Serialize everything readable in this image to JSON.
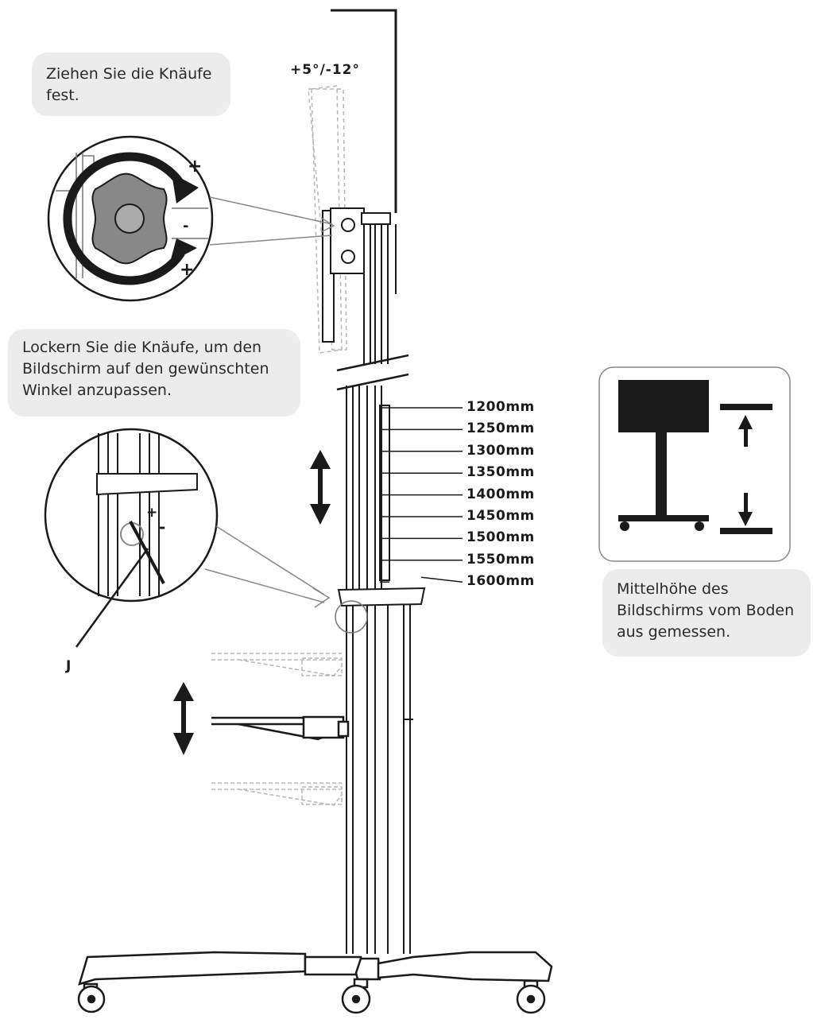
{
  "callouts": {
    "tighten": "Ziehen Sie die Knäufe fest.",
    "loosen": "Lockern Sie die Knäufe, um den Bildschirm auf den gewünschten Winkel anzupassen.",
    "height": "Mittelhöhe des Bildschirms vom Boden aus gemessen."
  },
  "tilt_label": "+5°/-12°",
  "height_marks": [
    "1200mm",
    "1250mm",
    "1300mm",
    "1350mm",
    "1400mm",
    "1450mm",
    "1500mm",
    "1550mm",
    "1600mm"
  ],
  "part_label": "J",
  "knob_signs": {
    "plus": "+",
    "minus": "-"
  },
  "colors": {
    "line": "#1a1a1a",
    "callout_bg": "#ececec",
    "ghost": "#b5b5b5",
    "fill_dark": "#1a1a1a"
  }
}
